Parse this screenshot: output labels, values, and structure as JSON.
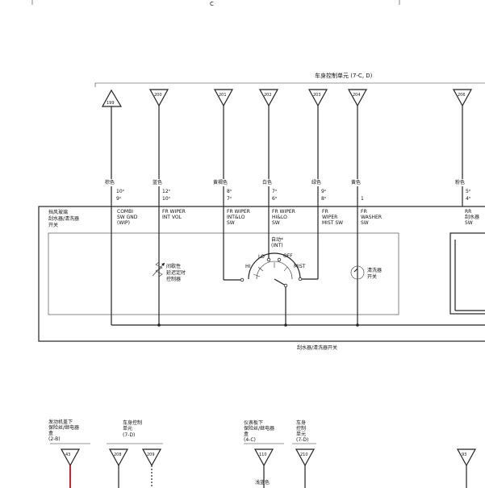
{
  "top": {
    "header_mark": "C",
    "module_title": "车身控制单元 (7-C, D)"
  },
  "connectors": [
    {
      "num": "199",
      "color": "棕色",
      "pins": [
        "10ⁿ",
        "9ⁿ"
      ],
      "func": [
        "COMBI",
        "SW GND",
        "(WIP)"
      ]
    },
    {
      "num": "200",
      "color": "蓝色",
      "pins": [
        "12ⁿ",
        "10ⁿ"
      ],
      "func": [
        "FR WIPER",
        "INT VOL"
      ]
    },
    {
      "num": "201",
      "color": "黄褐色",
      "pins": [
        "8ⁿ",
        "7ⁿ"
      ],
      "func": [
        "FR WIPER",
        "INT&LO",
        "SW"
      ]
    },
    {
      "num": "202",
      "color": "白色",
      "pins": [
        "7ⁿ",
        "6ⁿ"
      ],
      "func": [
        "FR WIPER",
        "HI&LO",
        "SW"
      ]
    },
    {
      "num": "203",
      "color": "绿色",
      "pins": [
        "9ⁿ",
        "8ⁿ"
      ],
      "func": [
        "FR",
        "WIPER",
        "MIST SW"
      ]
    },
    {
      "num": "204",
      "color": "黄色",
      "pins": [
        "1"
      ],
      "func": [
        "FR",
        "WASHER",
        "SW"
      ]
    },
    {
      "num": "206",
      "color": "粉色",
      "pins": [
        "5ⁿ",
        "4ⁿ"
      ],
      "func": [
        "RR",
        "刮水器",
        "SW"
      ]
    }
  ],
  "switch_box": {
    "label": [
      "挡风玻璃",
      "刮水器/清洗器",
      "开关"
    ],
    "bottom_label": "刮水器/清洗器开关",
    "intermittent_label": [
      "间歇性",
      "延迟定时",
      "控制器"
    ],
    "washer_label": [
      "清洗器",
      "开关"
    ],
    "positions": {
      "auto": "自动*",
      "int": "(INT)",
      "lo": "LO",
      "off": "OFF",
      "hi": "HI",
      "mist": "MIST"
    }
  },
  "bottom": {
    "groups": [
      {
        "lines": [
          "发动机盖下",
          "保险丝/继电器",
          "盒",
          "(2-B)"
        ],
        "connectors": [
          "43"
        ]
      },
      {
        "lines": [
          "车身控制",
          "单元",
          "(7-D)"
        ],
        "connectors": [
          "208",
          "209"
        ]
      },
      {
        "lines": [
          "仪表板下",
          "保险丝/继电器",
          "盒",
          "(4-C)"
        ],
        "connectors": [
          "110"
        ]
      },
      {
        "lines": [
          "车身",
          "控制",
          "单元",
          "(7-D)"
        ],
        "connectors": [
          "210"
        ]
      }
    ],
    "right_connector": "93",
    "wire_color_label": "浅蓝色"
  },
  "colors": {
    "line": "#222222",
    "red_wire": "#d2222d"
  }
}
